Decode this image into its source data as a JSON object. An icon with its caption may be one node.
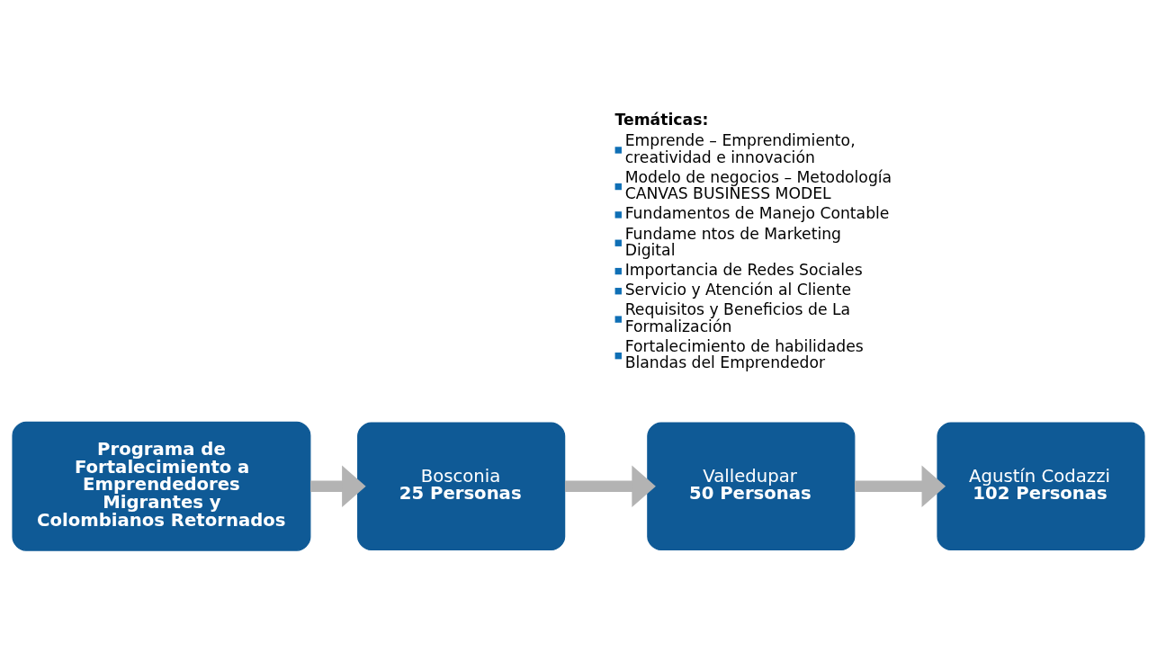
{
  "diagram": {
    "nodes": [
      {
        "text": [
          "Programa de Fortalecimiento a Emprendedores Migrantes y Colombianos Retornados"
        ]
      },
      {
        "text": [
          "Bosconia",
          "25 Personas"
        ]
      },
      {
        "text": [
          "Valledupar",
          "50 Personas"
        ]
      },
      {
        "text": [
          "Agustín Codazzi",
          "102 Personas"
        ]
      }
    ],
    "edges": [
      {
        "from": 0,
        "to": 1,
        "arrow": "to"
      },
      {
        "from": 1,
        "to": 2,
        "arrow": "to"
      },
      {
        "from": 2,
        "to": 3,
        "arrow": "to"
      }
    ],
    "labels": [
      "Temáticas:",
      "Emprende – Emprendimiento, creatividad e innovación",
      "Modelo de negocios – Metodología CANVAS BUSINESS MODEL",
      "Fundamentos de Manejo Contable",
      "Fundame ntos de Marketing Digital",
      "Importancia de Redes Sociales",
      "Servicio y Atención al Cliente",
      "Requisitos y Beneficios de La Formalización",
      "Fortalecimiento de habilidades Blandas del Emprendedor"
    ]
  }
}
